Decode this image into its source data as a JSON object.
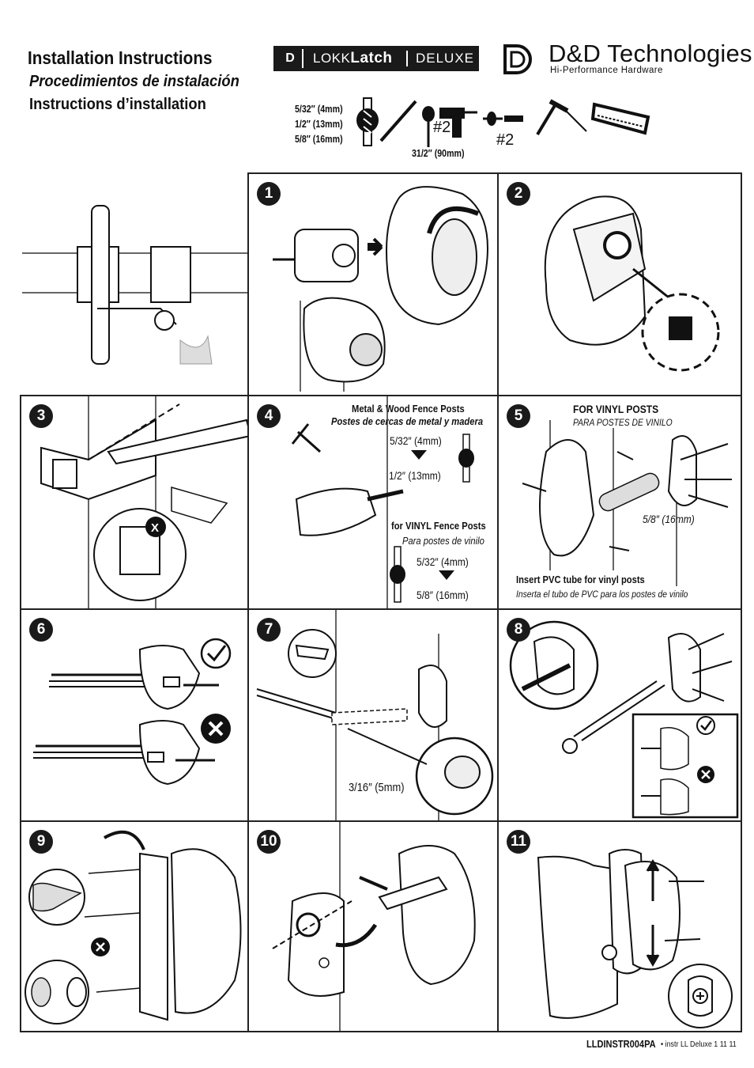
{
  "header": {
    "title_en": "Installation Instructions",
    "title_es": "Procedimientos de instalación",
    "title_fr": "Instructions d’installation"
  },
  "logos": {
    "product_d": "D",
    "product_prefix": "LOKK",
    "product_main": "Latch",
    "product_edition": "DELUXE",
    "company_name": "D&D Technologies",
    "company_tagline": "Hi-Performance Hardware"
  },
  "tools": {
    "drill_sizes": [
      "5/32″ (4mm)",
      "1/2″ (13mm)",
      "5/8″ (16mm)"
    ],
    "screwdriver_size": "#2",
    "bit_length": "31/2″ (90mm)",
    "phillips_size": "#2"
  },
  "steps": {
    "s1": {
      "num": "1"
    },
    "s2": {
      "num": "2"
    },
    "s3": {
      "num": "3"
    },
    "s4": {
      "num": "4",
      "metal_wood_en": "Metal & Wood Fence Posts",
      "metal_wood_es": "Postes de cercas de metal y madera",
      "size_a": "5/32″ (4mm)",
      "size_b": "1/2″ (13mm)",
      "vinyl_en": "for VINYL Fence Posts",
      "vinyl_es": "Para postes de vinilo",
      "size_c": "5/32″ (4mm)",
      "size_d": "5/8″ (16mm)"
    },
    "s5": {
      "num": "5",
      "vinyl_en": "FOR VINYL POSTS",
      "vinyl_es": "PARA POSTES DE VINILO",
      "size": "5/8″ (16mm)",
      "tube_en": "Insert PVC tube for vinyl posts",
      "tube_es": "Inserta el tubo de PVC para los postes de vinilo"
    },
    "s6": {
      "num": "6"
    },
    "s7": {
      "num": "7",
      "size": "3/16″ (5mm)"
    },
    "s8": {
      "num": "8"
    },
    "s9": {
      "num": "9"
    },
    "s10": {
      "num": "10"
    },
    "s11": {
      "num": "11"
    }
  },
  "footer": {
    "code": "LLDINSTR004PA",
    "ref": "• instr LL Deluxe 1 11 11"
  },
  "colors": {
    "ink": "#111111",
    "logo_bg": "#1a1a1a",
    "paper": "#ffffff"
  }
}
